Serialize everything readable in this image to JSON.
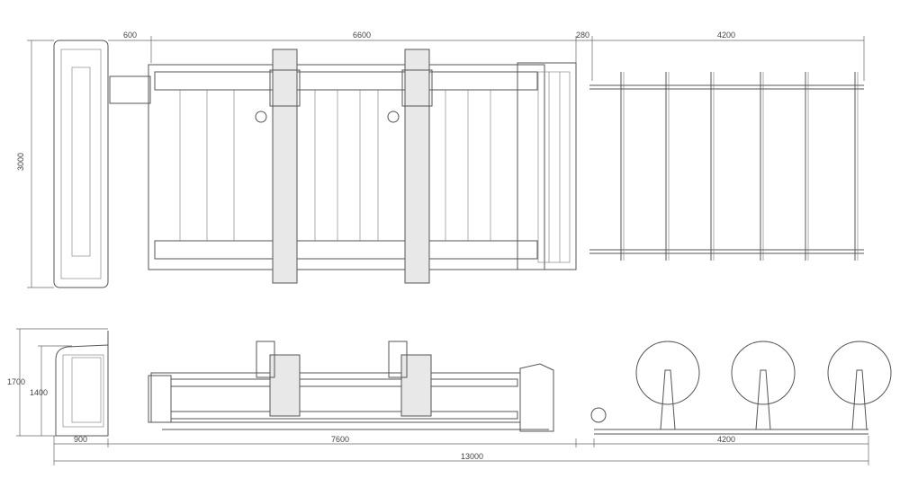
{
  "drawing": {
    "top_view": {
      "dim_width_unit": "600",
      "dim_table_length": "6600",
      "dim_gap": "280",
      "dim_rack_length": "4200",
      "dim_depth": "3000"
    },
    "side_view": {
      "dim_total_height": "1700",
      "dim_unit_height": "1400",
      "dim_unit_width": "900",
      "dim_table_length": "7600",
      "dim_rack_length": "4200",
      "dim_overall_length": "13000"
    }
  }
}
